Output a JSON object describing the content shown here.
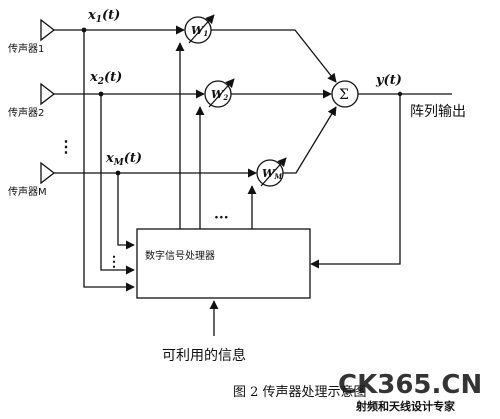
{
  "diagram": {
    "microphones": [
      "传声器1",
      "传声器2",
      "传声器M"
    ],
    "signals": {
      "x1": {
        "base": "x",
        "sub": "1",
        "arg": "(t)"
      },
      "x2": {
        "base": "x",
        "sub": "2",
        "arg": "(t)"
      },
      "xM": {
        "base": "x",
        "sub": "M",
        "arg": "(t)"
      }
    },
    "weights": [
      {
        "base": "W",
        "sub": "1"
      },
      {
        "base": "W",
        "sub": "2"
      },
      {
        "base": "W",
        "sub": "M"
      }
    ],
    "sum_symbol": "Σ",
    "output_signal": "y(t)",
    "output_label": "阵列输出",
    "dsp_label": "数字信号处理器",
    "info_label": "可利用的信息",
    "vertical_dots": "⋮",
    "horizontal_dots": "···",
    "caption": "图 2  传声器处理示意图"
  },
  "watermark": {
    "brand": "CK365.CN",
    "slogan": "射频和天线设计专家",
    "color_red": "#d8342a",
    "color_gray": "#5a6a75"
  }
}
